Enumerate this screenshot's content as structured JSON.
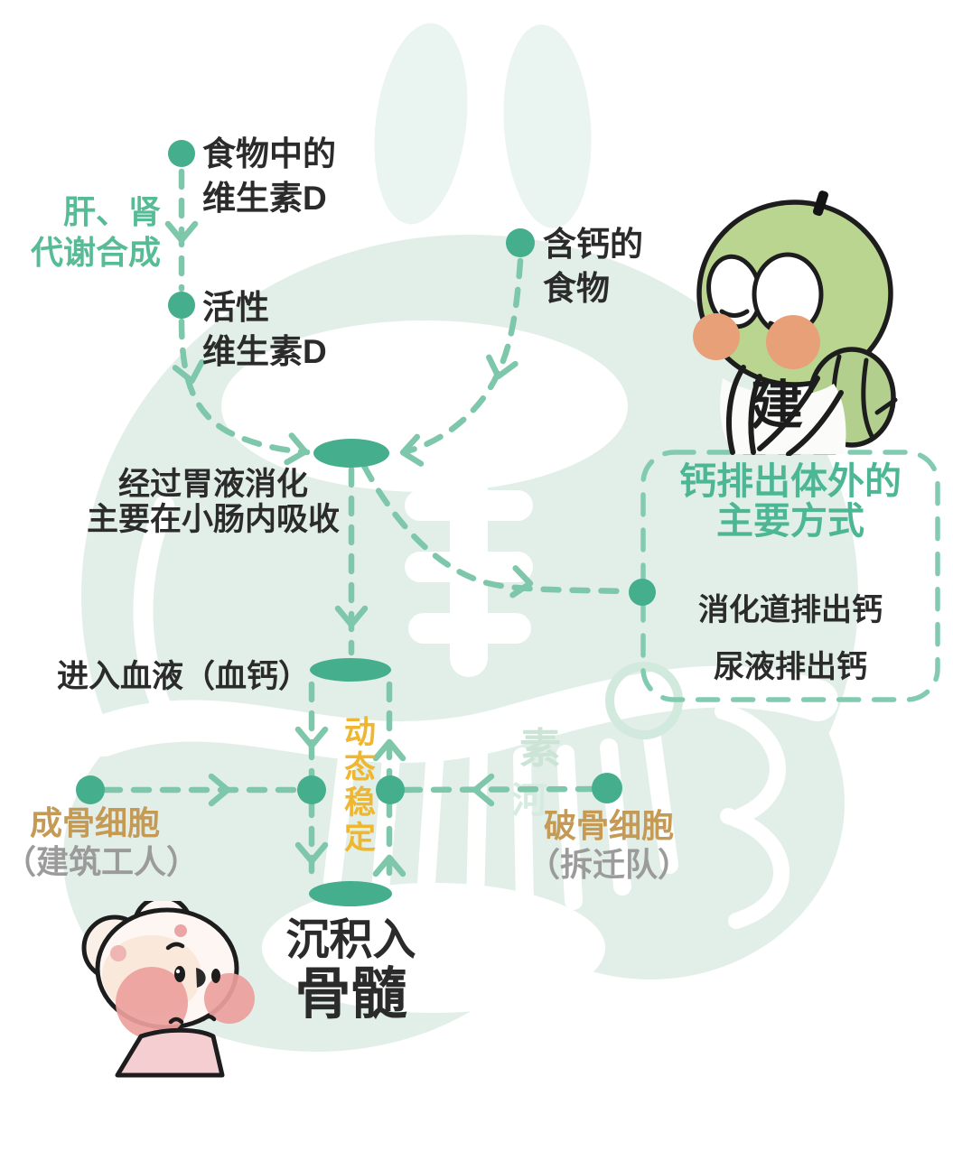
{
  "labels": {
    "food_vitamin_d": {
      "line1": "食物中的",
      "line2": "维生素D"
    },
    "liver_kidney": {
      "line1": "肝、肾",
      "line2": "代谢合成"
    },
    "active_vitamin_d": {
      "line1": "活性",
      "line2": "维生素D"
    },
    "calcium_food": {
      "line1": "含钙的",
      "line2": "食物"
    },
    "digestion": {
      "line1": "经过胃液消化",
      "line2": "主要在小肠内吸收"
    },
    "blood": {
      "text": "进入血液（血钙）"
    },
    "dynamic_balance": {
      "text": "动态稳定"
    },
    "osteoblast": {
      "name": "成骨细胞",
      "alias": "（建筑工人）"
    },
    "osteoclast": {
      "name": "破骨细胞",
      "alias": "（拆迁队）"
    },
    "bone_deposit": {
      "line1": "沉积入",
      "line2": "骨髓"
    }
  },
  "excretion_box": {
    "title_line1": "钙排出体外的",
    "title_line2": "主要方式",
    "items": [
      "消化道排出钙",
      "尿液排出钙"
    ]
  },
  "watermark": {
    "char1": "素",
    "char2": "河"
  },
  "mascots": {
    "turtle_chest_char": "建"
  },
  "colors": {
    "node_teal": "#45ae8c",
    "dash_teal": "#7ec7ab",
    "box_border": "#82cbb1",
    "green_text": "#57bc96",
    "box_title_text": "#4db795",
    "yellow_text": "#efb630",
    "ochre_text": "#c59a55",
    "gray_text": "#9b9b9b",
    "ink_text": "#2b2b2b",
    "watermark_mint": "#e2efe9"
  }
}
